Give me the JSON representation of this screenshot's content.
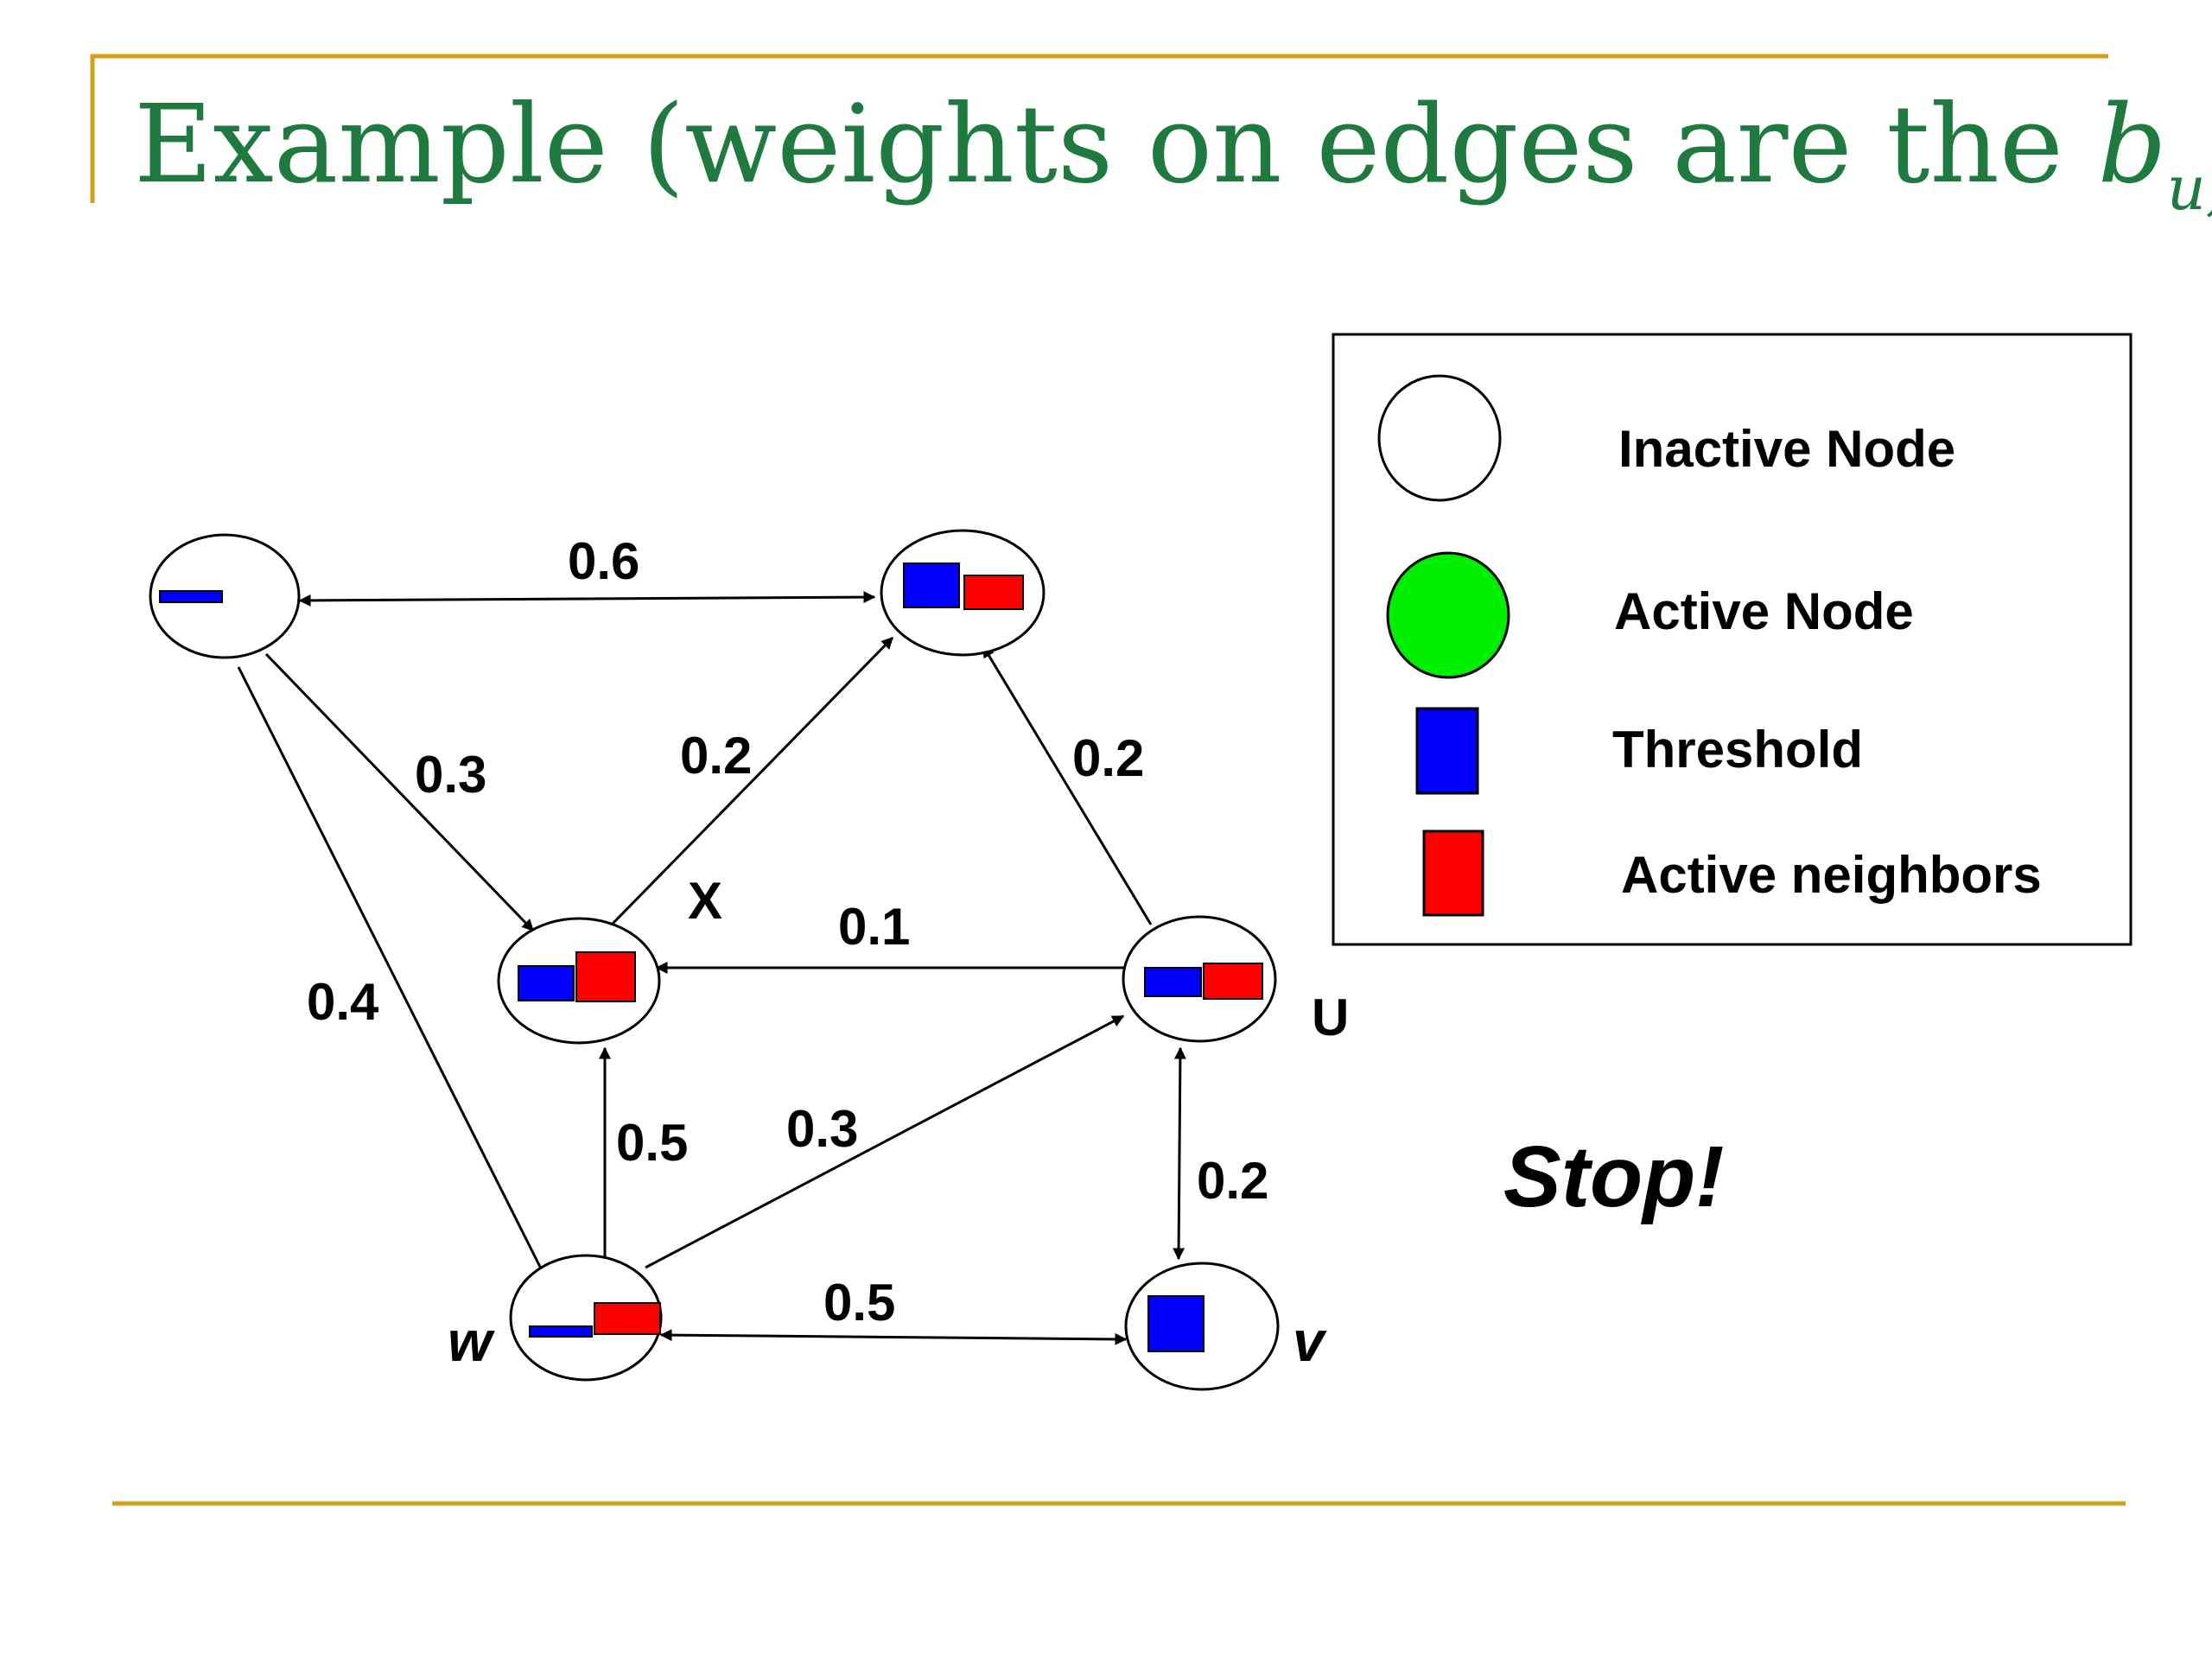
{
  "title": {
    "main": "Example  (weights on edges are the ",
    "var_b": "b",
    "sub_uv": "u,v",
    "close_paren": ")"
  },
  "colors": {
    "title": "#1e7a3e",
    "accent_rule": "#d4a017",
    "threshold": "#0000ff",
    "active_neighbors": "#ff0000",
    "active_node": "#00ee00",
    "stroke": "#000000"
  },
  "legend": {
    "inactive_node": "Inactive Node",
    "active_node": "Active Node",
    "threshold": "Threshold",
    "active_neighbors": "Active neighbors"
  },
  "node_labels": {
    "x": "X",
    "u": "U",
    "w": "w",
    "v": "v"
  },
  "edge_weights": {
    "top_left_to_top_right": "0.6",
    "top_left_to_x": "0.3",
    "x_to_top_right": "0.2",
    "u_to_top_right": "0.2",
    "u_to_x": "0.1",
    "top_left_to_w": "0.4",
    "w_to_x": "0.5",
    "w_to_u": "0.3",
    "u_to_v": "0.2",
    "w_to_v": "0.5"
  },
  "status": "Stop!"
}
